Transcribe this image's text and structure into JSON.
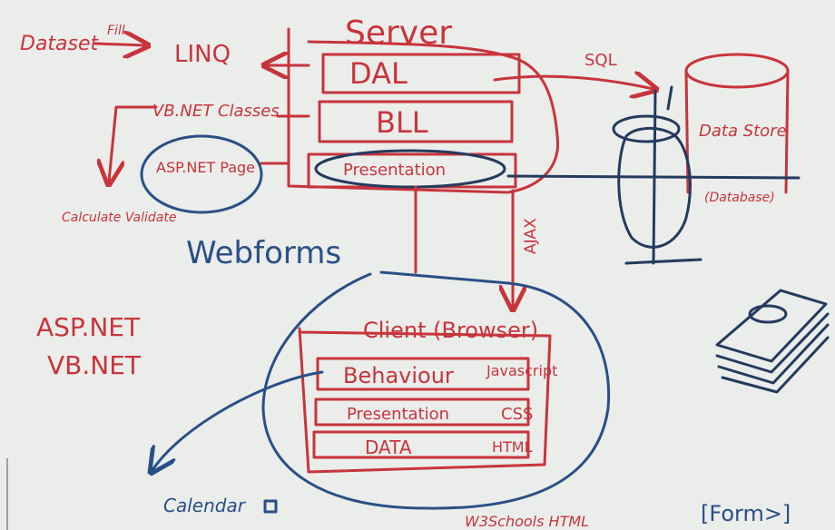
{
  "colors": {
    "red_marker": "#c8343c",
    "blue_marker": "#2a4f86",
    "board": "#e9ebe9"
  },
  "labels": {
    "dataset": "Dataset",
    "dataset_arrow_label": "Fill",
    "linq": "LINQ",
    "server": "Server",
    "dal": "DAL",
    "bll": "BLL",
    "presentation_server": "Presentation",
    "sql": "SQL",
    "data_store": "Data Store",
    "database": "(Database)",
    "vbnet_classes": "VB.NET Classes",
    "aspnet_page": "ASP.NET Page",
    "calc_valid": "Calculate Validate",
    "webforms": "Webforms",
    "ajax": "AJAX",
    "aspnet": "ASP.NET",
    "vbnet": "VB.NET",
    "client": "Client (Browser)",
    "behaviour": "Behaviour",
    "javascript": "Javascript",
    "presentation_client": "Presentation",
    "css": "CSS",
    "data": "DATA",
    "html": "HTML",
    "calendar": "Calendar",
    "bottom_html": "W3Schools HTML",
    "form": "[Form>]"
  }
}
